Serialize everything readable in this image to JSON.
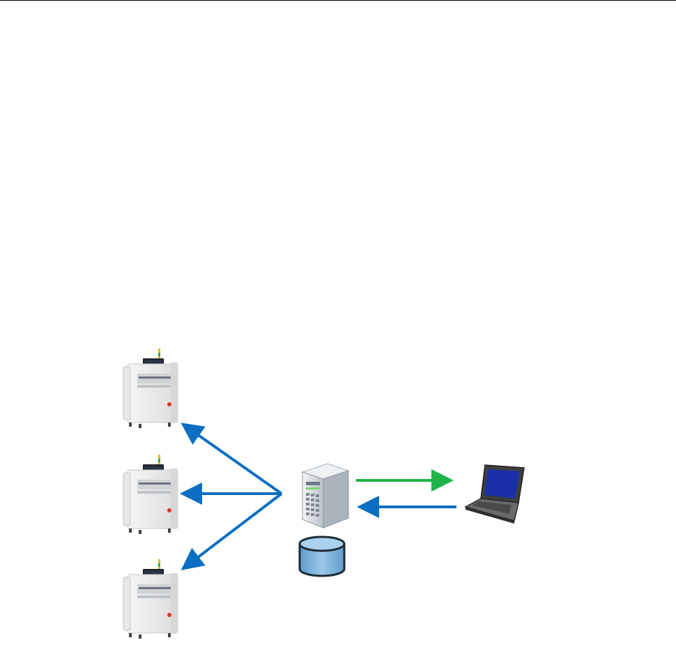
{
  "colors": {
    "arrow_blue": "#0b6ec2",
    "arrow_green": "#1fb34a",
    "machine_body": "#eeeeee",
    "machine_shadow": "#cfcfcf",
    "screen": "#1b1f26",
    "server_body": "#e3e6ea",
    "db_fill": "#7ab0d8",
    "db_stroke": "#1d2b36",
    "laptop_body": "#5a5a5a",
    "laptop_screen": "#1b2fa8"
  },
  "nodes": {
    "machines": [
      {
        "icon": "machine-icon",
        "label": ""
      },
      {
        "icon": "machine-icon",
        "label": ""
      },
      {
        "icon": "machine-icon",
        "label": ""
      }
    ],
    "server": {
      "icon": "server-icon",
      "label": ""
    },
    "database": {
      "icon": "database-icon",
      "label": ""
    },
    "laptop": {
      "icon": "laptop-icon",
      "label": ""
    }
  },
  "edges": [
    {
      "from": "server",
      "to": "machine-1",
      "color": "arrow_blue"
    },
    {
      "from": "server",
      "to": "machine-2",
      "color": "arrow_blue"
    },
    {
      "from": "server",
      "to": "machine-3",
      "color": "arrow_blue"
    },
    {
      "from": "server",
      "to": "laptop",
      "color": "arrow_green"
    },
    {
      "from": "laptop",
      "to": "server",
      "color": "arrow_blue"
    }
  ]
}
